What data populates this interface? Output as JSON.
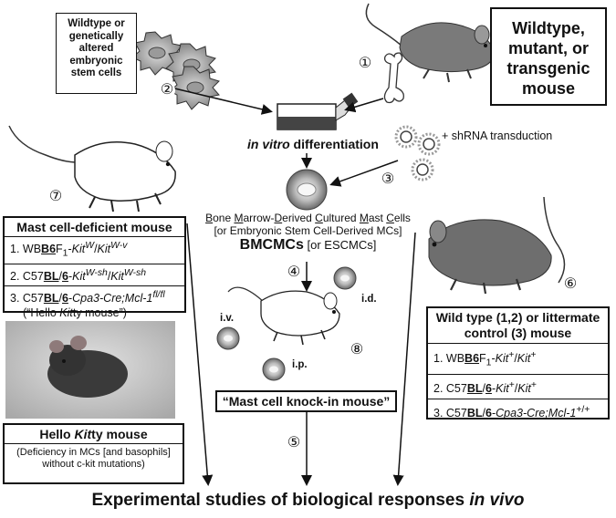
{
  "es_cells_box": "Wildtype or genetically altered embryonic stem cells",
  "source_mouse_box": "Wildtype, mutant, or transgenic mouse",
  "in_vitro": {
    "italic": "in vitro",
    "rest": " differentiation"
  },
  "shrna": "+ shRNA transduction",
  "bmcmc_line1": {
    "B": "B",
    "one": "one ",
    "M": "M",
    "arrow": "arrow-",
    "D": "D",
    "erived": "erived ",
    "C": "C",
    "ultured": "ultured ",
    "M2": "M",
    "ast": "ast ",
    "C2": "C",
    "ells": "ells"
  },
  "bmcmc_line2": "[or Embryonic Stem Cell-Derived MCs]",
  "bmcmc_title": {
    "main": "BMCMCs",
    "alt": " [or ESCMCs]"
  },
  "routes": {
    "iv": "i.v.",
    "id": "i.d.",
    "ip": "i.p."
  },
  "knockin": "“Mast cell knock-in mouse”",
  "deficient": {
    "title": "Mast cell-deficient mouse",
    "r1": {
      "num": "1. WB",
      "b6": "B6",
      "f1": "F",
      "sub1": "1",
      "dash": "-",
      "kit1": "Kit",
      "sup1": "W",
      "slash": "/",
      "kit2": "Kit",
      "sup2": "W-v"
    },
    "r2": {
      "num": "2. C57",
      "bl": "BL",
      "slash": "/",
      "six": "6",
      "dash": "-",
      "kit1": "Kit",
      "sup1": "W-sh",
      "sl2": "/",
      "kit2": "Kit",
      "sup2": "W-sh"
    },
    "r3": {
      "num": "3. C57",
      "bl": "BL",
      "slash": "/",
      "six": "6",
      "dash": "-",
      "gene": "Cpa3-Cre;Mcl-1",
      "sup": "fl/fl"
    },
    "r3b": {
      "pre": "(“Hello ",
      "kit": "Kit",
      "post": "ty mouse”)"
    }
  },
  "hello": {
    "title_pre": "Hello ",
    "title_kit": "Kit",
    "title_post": "ty mouse",
    "desc": "(Deficiency in MCs [and basophils] without c-kit mutations)"
  },
  "control": {
    "title": "Wild type (1,2) or littermate control (3) mouse",
    "r1": {
      "num": "1. WB",
      "b6": "B6",
      "f1": "F",
      "sub1": "1",
      "dash": "-",
      "gene": "Kit",
      "sup1": "+",
      "slash": "/",
      "gene2": "Kit",
      "sup2": "+"
    },
    "r2": {
      "num": "2. C57",
      "bl": "BL",
      "slash": "/",
      "six": "6",
      "dash": "-",
      "gene": "Kit",
      "sup1": "+",
      "sl2": "/",
      "gene2": "Kit",
      "sup2": "+"
    },
    "r3": {
      "num": "3. C57",
      "bl": "BL",
      "slash": "/",
      "six": "6",
      "dash": "-",
      "gene": "Cpa3-Cre;Mcl-1",
      "sup": "+/+"
    }
  },
  "bottom": {
    "main": "Experimental studies of biological responses ",
    "italic": "in vivo"
  },
  "step_numbers": [
    "①",
    "②",
    "③",
    "④",
    "⑤",
    "⑥",
    "⑦",
    "⑧"
  ],
  "colors": {
    "ink": "#111111",
    "mouse_dark": "#6e6e6e",
    "mouse_light": "#ffffff",
    "cell": "#8c8c8c",
    "photo_bg": "#c9c9c9"
  }
}
